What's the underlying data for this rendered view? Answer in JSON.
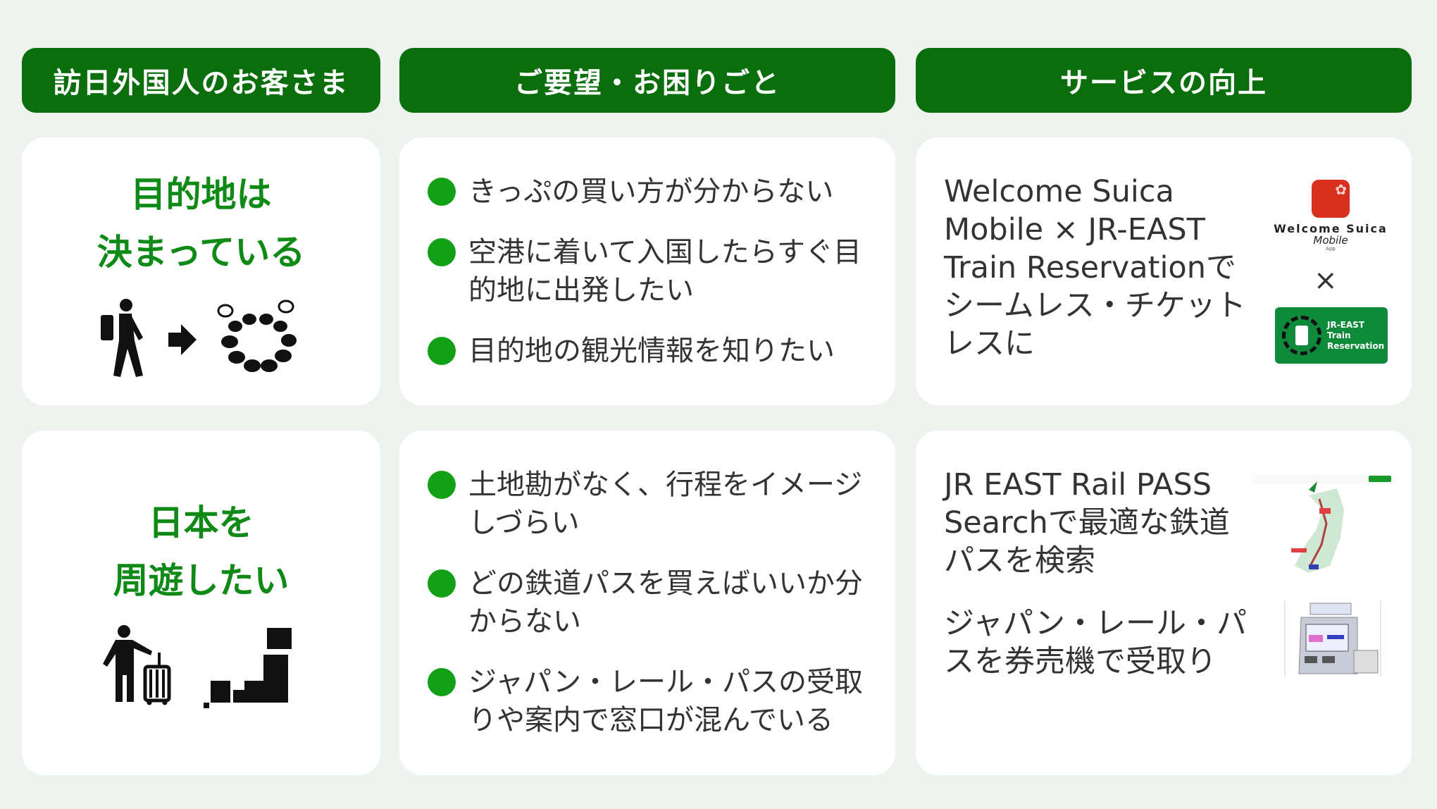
{
  "headers": {
    "visitors": "訪日外国人のお客さま",
    "needs": "ご要望・お困りごと",
    "services": "サービスの向上"
  },
  "rows": [
    {
      "visitor_lines": [
        "目的地は",
        "決まっている"
      ],
      "needs": [
        "きっぷの買い方が分からない",
        "空港に着いて入国したらすぐ目的地に出発したい",
        "目的地の観光情報を知りたい"
      ],
      "service": "Welcome Suica Mobile × JR-EAST Train Reservationでシームレス・チケットレスに",
      "logos": {
        "suica_line1": "Welcome Suica",
        "suica_line2": "Mobile",
        "suica_line3": "App",
        "times": "×",
        "jr_line1": "JR-EAST",
        "jr_line2": "Train",
        "jr_line3": "Reservation"
      }
    },
    {
      "visitor_lines": [
        "日本を",
        "周遊したい"
      ],
      "needs": [
        "土地勘がなく、行程をイメージしづらい",
        "どの鉄道パスを買えばいいか分からない",
        "ジャパン・レール・パスの受取りや案内で窓口が混んでいる"
      ],
      "services": [
        "JR EAST Rail PASS Searchで最適な鉄道パスを検索",
        "ジャパン・レール・パスを券売機で受取り"
      ]
    }
  ],
  "colors": {
    "header": "#0b6e0d",
    "accent_text": "#0f8a16",
    "bullet": "#12a016",
    "background": "#eff3f0"
  }
}
